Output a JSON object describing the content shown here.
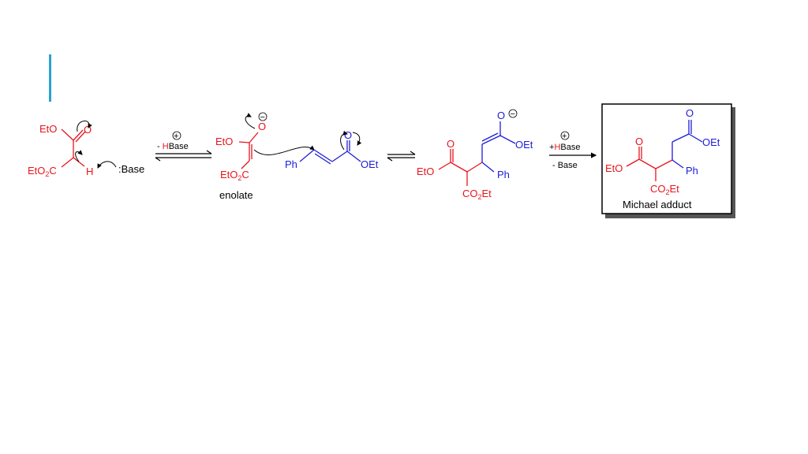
{
  "colors": {
    "accent_bar": "#2aa1d3",
    "malonate": "#e8141c",
    "acceptor": "#1c1cd9",
    "neutral": "#000000"
  },
  "labels": {
    "eto": "EtO",
    "o": "O",
    "eto2c": "EtO",
    "two": "2",
    "c": "C",
    "h": "H",
    "base_lone": ":Base",
    "minus_hbase_minus": "- ",
    "h_red": "H",
    "base_word": "Base",
    "enolate": "enolate",
    "ph": "Ph",
    "oet": "OEt",
    "co2et_co": "CO",
    "co2et_et": "Et",
    "plus": "+",
    "minus_base": "- Base",
    "product_label": "Michael adduct",
    "plus_charge": "+",
    "minus_charge": "−"
  }
}
